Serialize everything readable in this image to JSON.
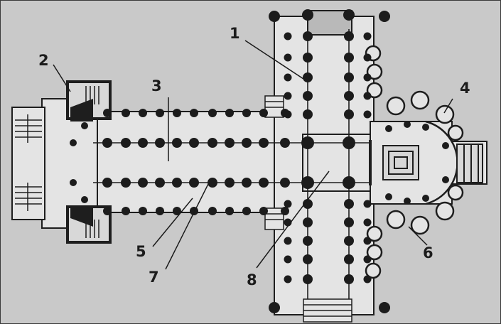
{
  "diagram": {
    "colors": {
      "background": "#c9c9c9",
      "floor": "#e4e4e4",
      "wall": "#1e1e1e",
      "pillar": "#1c1c1c",
      "leader": "#1a1a1a",
      "label": "#1c1c1c"
    },
    "labels": [
      {
        "id": "label-1",
        "text": "1"
      },
      {
        "id": "label-2",
        "text": "2"
      },
      {
        "id": "label-3",
        "text": "3"
      },
      {
        "id": "label-4",
        "text": "4"
      },
      {
        "id": "label-5",
        "text": "5"
      },
      {
        "id": "label-6",
        "text": "6"
      },
      {
        "id": "label-7",
        "text": "7"
      },
      {
        "id": "label-8",
        "text": "8"
      }
    ]
  }
}
